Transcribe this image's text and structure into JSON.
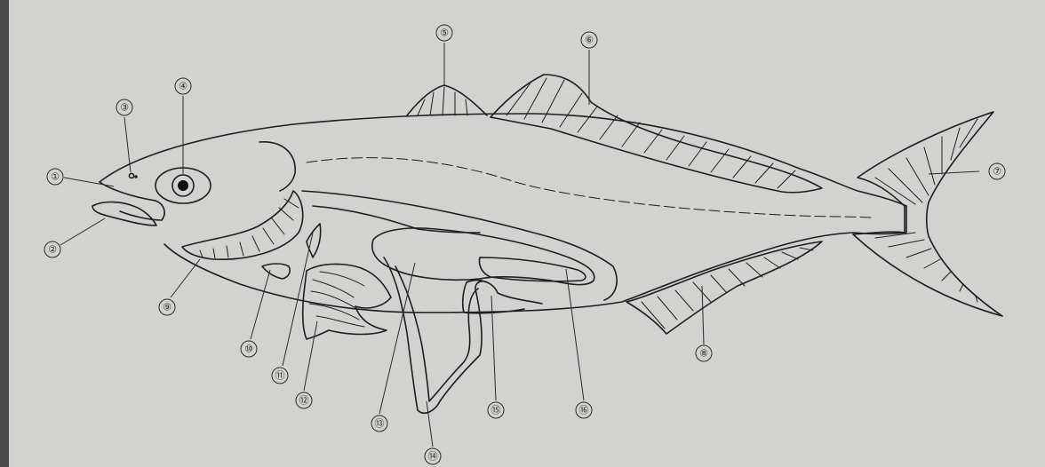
{
  "diagram": {
    "callouts": [
      {
        "id": "1",
        "text": "①"
      },
      {
        "id": "2",
        "text": "②"
      },
      {
        "id": "3",
        "text": "③"
      },
      {
        "id": "4",
        "text": "④"
      },
      {
        "id": "5",
        "text": "⑤"
      },
      {
        "id": "6",
        "text": "⑥"
      },
      {
        "id": "7",
        "text": "⑦"
      },
      {
        "id": "8",
        "text": "⑧"
      },
      {
        "id": "9",
        "text": "⑨"
      },
      {
        "id": "10",
        "text": "⑩"
      },
      {
        "id": "11",
        "text": "⑪"
      },
      {
        "id": "12",
        "text": "⑫"
      },
      {
        "id": "13",
        "text": "⑬"
      },
      {
        "id": "14",
        "text": "⑭"
      },
      {
        "id": "15",
        "text": "⑮"
      },
      {
        "id": "16",
        "text": "⑯"
      }
    ]
  }
}
